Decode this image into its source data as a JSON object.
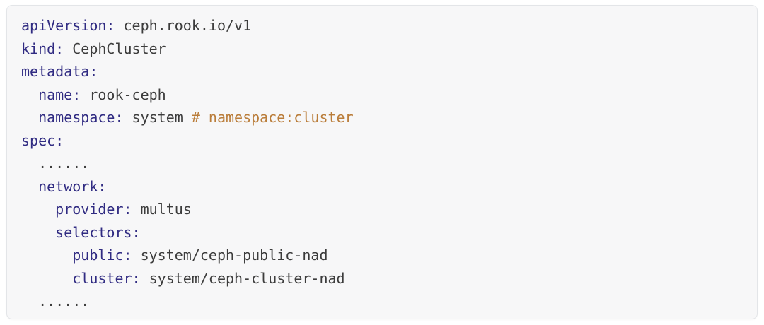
{
  "colors": {
    "page_background": "#ffffff",
    "block_background": "#f7f7f8",
    "block_border": "#e3e5e8",
    "key": "#302b82",
    "plain": "#3c3c3c",
    "comment": "#ba7d3a"
  },
  "code_block": {
    "language": "yaml",
    "lines": [
      {
        "segments": [
          {
            "type": "key",
            "text": "apiVersion:"
          },
          {
            "type": "plain",
            "text": " ceph.rook.io/v1"
          }
        ]
      },
      {
        "segments": [
          {
            "type": "key",
            "text": "kind:"
          },
          {
            "type": "plain",
            "text": " CephCluster"
          }
        ]
      },
      {
        "segments": [
          {
            "type": "key",
            "text": "metadata:"
          }
        ]
      },
      {
        "segments": [
          {
            "type": "plain",
            "text": "  "
          },
          {
            "type": "key",
            "text": "name:"
          },
          {
            "type": "plain",
            "text": " rook-ceph"
          }
        ]
      },
      {
        "segments": [
          {
            "type": "plain",
            "text": "  "
          },
          {
            "type": "key",
            "text": "namespace:"
          },
          {
            "type": "plain",
            "text": " system "
          },
          {
            "type": "comment",
            "text": "# namespace:cluster"
          }
        ]
      },
      {
        "segments": [
          {
            "type": "key",
            "text": "spec:"
          }
        ]
      },
      {
        "segments": [
          {
            "type": "plain",
            "text": "  ......"
          }
        ]
      },
      {
        "segments": [
          {
            "type": "plain",
            "text": "  "
          },
          {
            "type": "key",
            "text": "network:"
          }
        ]
      },
      {
        "segments": [
          {
            "type": "plain",
            "text": "    "
          },
          {
            "type": "key",
            "text": "provider:"
          },
          {
            "type": "plain",
            "text": " multus"
          }
        ]
      },
      {
        "segments": [
          {
            "type": "plain",
            "text": "    "
          },
          {
            "type": "key",
            "text": "selectors:"
          }
        ]
      },
      {
        "segments": [
          {
            "type": "plain",
            "text": "      "
          },
          {
            "type": "key",
            "text": "public:"
          },
          {
            "type": "plain",
            "text": " system/ceph-public-nad"
          }
        ]
      },
      {
        "segments": [
          {
            "type": "plain",
            "text": "      "
          },
          {
            "type": "key",
            "text": "cluster:"
          },
          {
            "type": "plain",
            "text": " system/ceph-cluster-nad"
          }
        ]
      },
      {
        "segments": [
          {
            "type": "plain",
            "text": "  ......"
          }
        ]
      }
    ]
  }
}
